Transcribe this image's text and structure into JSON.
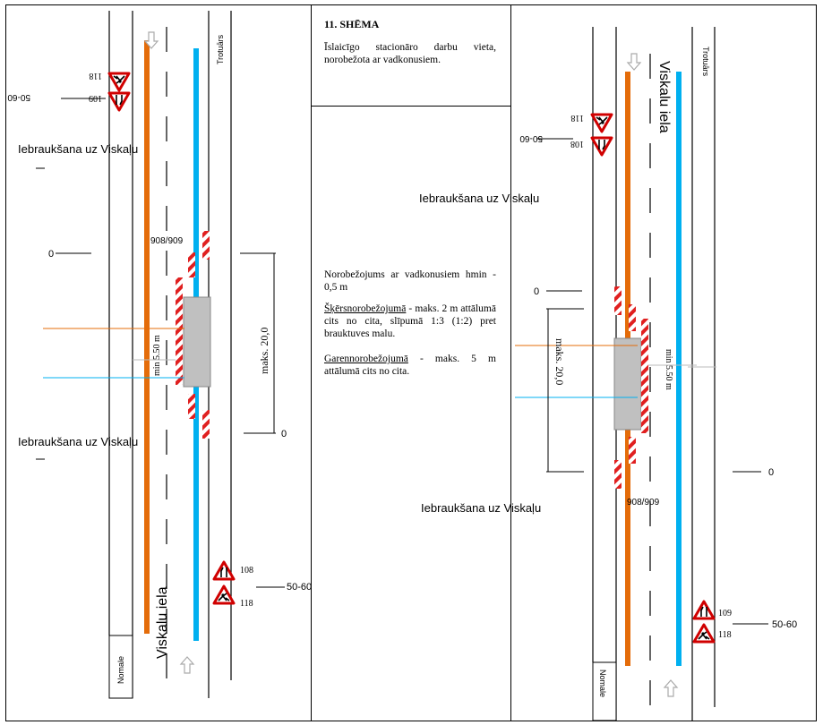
{
  "scheme": {
    "number_title": "11. SHĒMA",
    "subtitle": "Īslaicīgo stacionāro darbu vieta, norobežota ar vadkonusiem.",
    "notes": {
      "n1": "Norobežojums ar vadkonusiem hmin - 0,5 m",
      "n2_underlined": "Šķērsnorobežojumā",
      "n2_rest": " - maks. 2 m attālumā cits no cita, slīpumā 1:3 (1:2) pret brauktuves malu.",
      "n3_underlined": "Garennorobežojumā",
      "n3_rest": " - maks. 5 m attālumā cits no cita."
    }
  },
  "left_panel": {
    "street_name": "Viskalu iela",
    "sidewalk_label": "Trotuārs",
    "shoulder_label": "Nomale",
    "entrance_label_top": "Iebraukšana uz Viskaļu",
    "entrance_label_bottom": "Iebraukšana uz Viskaļu",
    "sign_code_a": "118",
    "sign_code_b": "109",
    "sign_code_c": "108",
    "sign_code_d": "118",
    "distance_top": "50-60",
    "distance_bottom": "50-60",
    "zero_top": "0",
    "zero_bottom": "0",
    "sign_pair": "908/909",
    "min_width": "min 5.50 m",
    "max_length": "maks. 20,0"
  },
  "right_panel": {
    "street_name": "Viskalu iela",
    "sidewalk_label": "Trotuārs",
    "shoulder_label": "Nomale",
    "entrance_label_top": "Iebraukšana uz Viskaļu",
    "entrance_label_bottom": "Iebraukšana uz Viskaļu",
    "sign_code_a": "118",
    "sign_code_b": "108",
    "sign_code_c": "109",
    "sign_code_d": "118",
    "distance_top": "50-60",
    "distance_bottom": "50-60",
    "zero_top": "0",
    "zero_bottom": "0",
    "sign_pair": "908/909",
    "min_width": "min 5.50 m",
    "max_length": "maks. 20,0"
  },
  "colors": {
    "orange_line": "#e46c0a",
    "blue_line": "#00b0f0",
    "work_zone": "#c0c0c0",
    "hatch_red": "#e02020",
    "sign_red": "#d00000"
  }
}
